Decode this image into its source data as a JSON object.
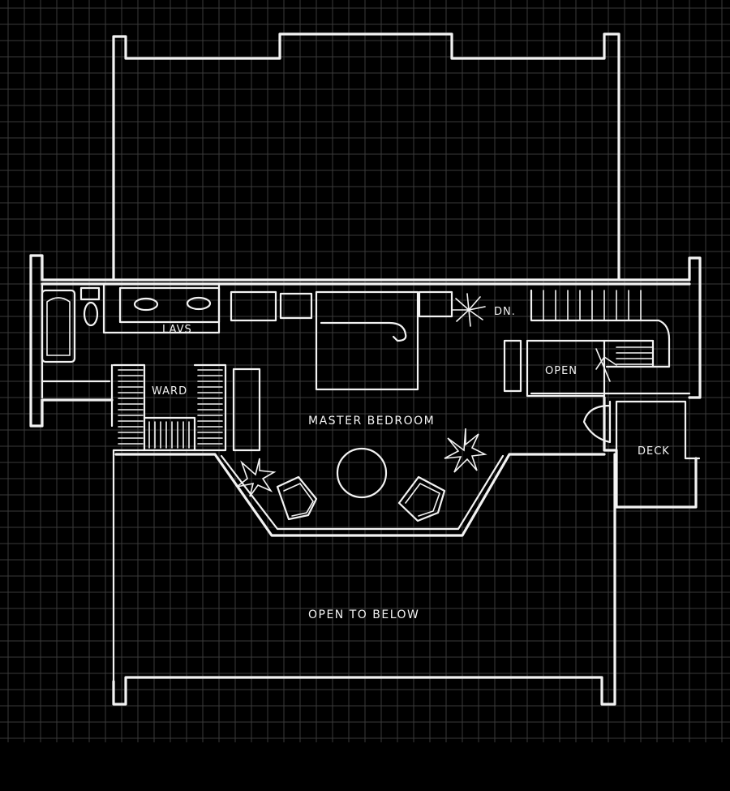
{
  "colors": {
    "background": "#000000",
    "grid": "#3a3a3a",
    "line": "#f2f2f2"
  },
  "labels": {
    "lavs": "LAVS",
    "ward": "WARD",
    "dn": "DN.",
    "open": "OPEN",
    "master_bedroom": "MASTER BEDROOM",
    "deck": "DECK",
    "open_to_below": "OPEN TO BELOW"
  }
}
